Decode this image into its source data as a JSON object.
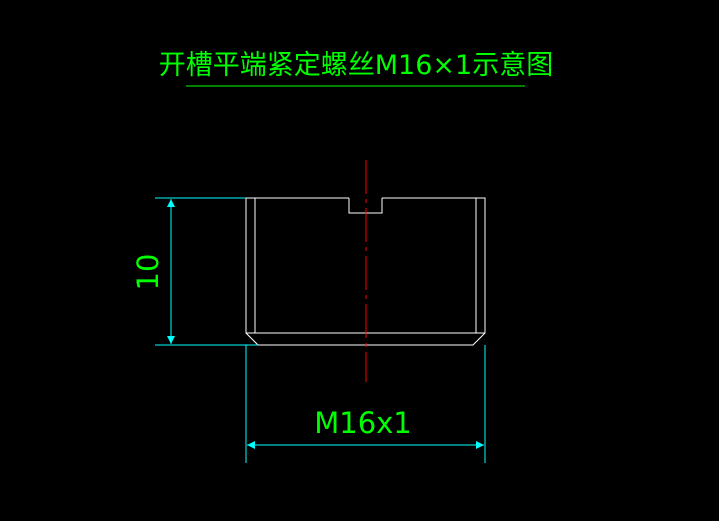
{
  "drawing": {
    "title": "开槽平端紧定螺丝M16×1示意图",
    "dimensions": {
      "height_label": "10",
      "width_label": "M16x1"
    }
  },
  "colors": {
    "background": "#000000",
    "title": "#00ff00",
    "outline": "#ffffff",
    "dimension_line": "#00ffff",
    "dimension_text": "#00ff00",
    "centerline": "#ff0000"
  }
}
